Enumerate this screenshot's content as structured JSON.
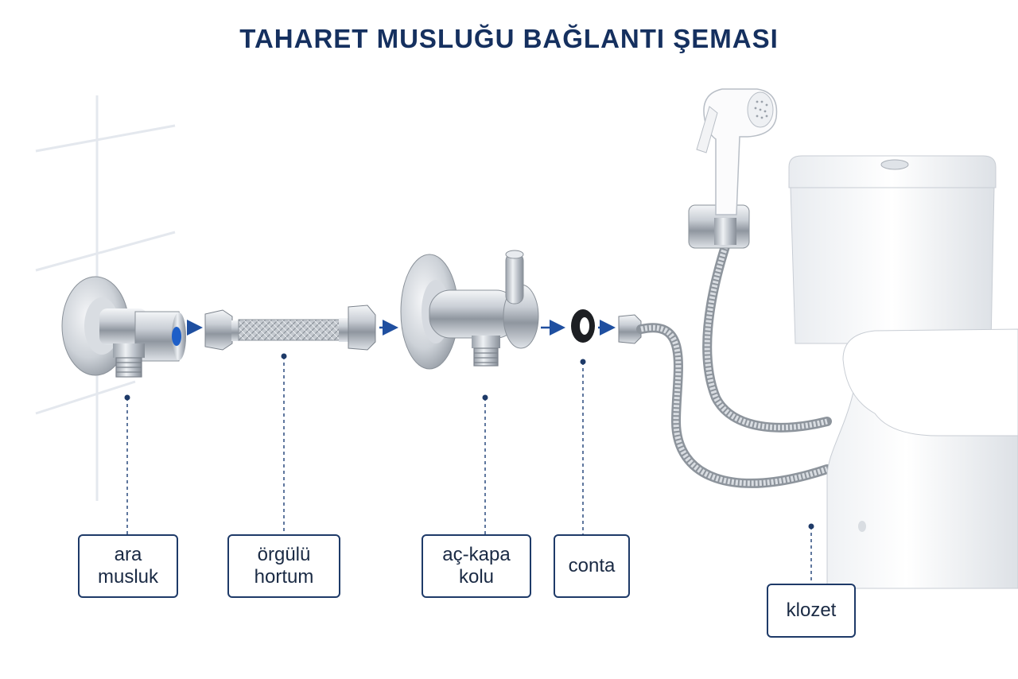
{
  "title": "TAHARET MUSLUĞU BAĞLANTI ŞEMASI",
  "labels": {
    "ara_musluk": "ara\nmusluk",
    "orgulu_hortum": "örgülü\nhortum",
    "ac_kapa_kolu": "aç-kapa\nkolu",
    "conta": "conta",
    "klozet": "klozet"
  },
  "colors": {
    "title": "#15305f",
    "label_border": "#1e3a68",
    "leader_line": "#2a4a7e",
    "arrow": "#1f4fa0",
    "valve_knob_blue": "#1e5fc8",
    "chrome": "#b9bec6"
  }
}
